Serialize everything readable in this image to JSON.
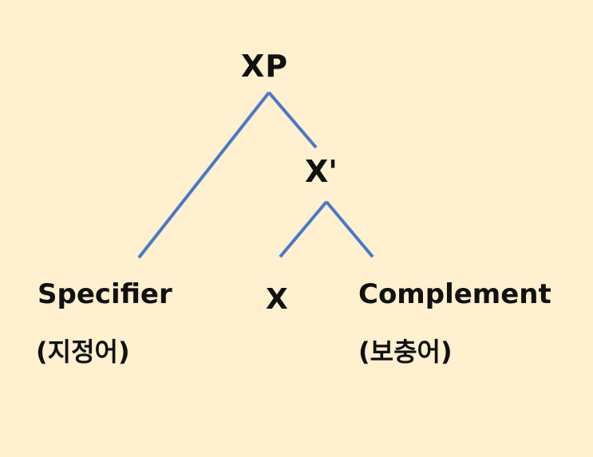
{
  "diagram": {
    "type": "x-bar syntax tree",
    "background_color": "#fff0cf",
    "line_color": "#4a78c8",
    "text_color": "#111111",
    "nodes": {
      "root": {
        "label": "XP"
      },
      "intermediate": {
        "label": "X'"
      },
      "head": {
        "label": "X"
      },
      "specifier": {
        "label": "Specifier",
        "korean": "(지정어)"
      },
      "complement": {
        "label": "Complement",
        "korean": "(보충어)"
      }
    },
    "edges": [
      {
        "from": "XP",
        "to": "Specifier"
      },
      {
        "from": "XP",
        "to": "X'"
      },
      {
        "from": "X'",
        "to": "X"
      },
      {
        "from": "X'",
        "to": "Complement"
      }
    ]
  }
}
